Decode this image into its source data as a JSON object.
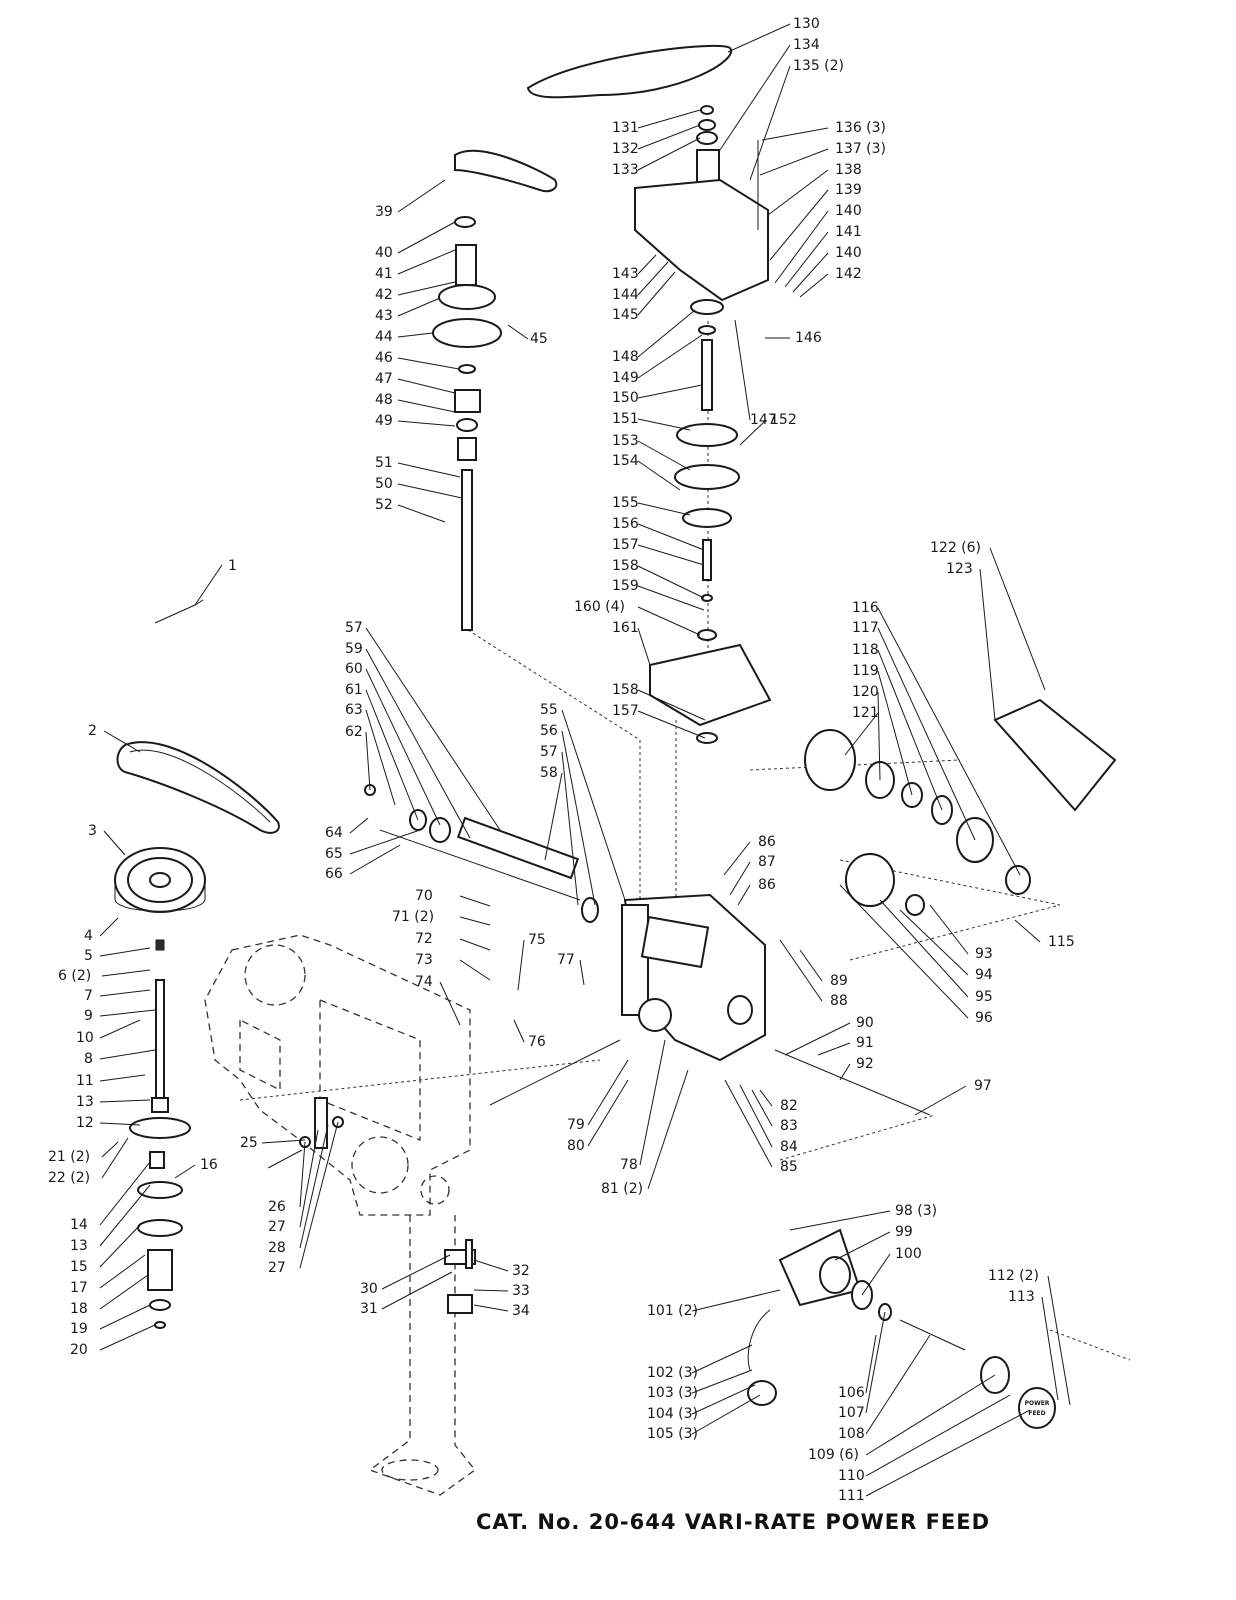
{
  "caption": "CAT. No. 20-644   VARI-RATE POWER FEED",
  "callouts": [
    {
      "id": "c1",
      "text": "1"
    },
    {
      "id": "c2",
      "text": "2"
    },
    {
      "id": "c3",
      "text": "3"
    },
    {
      "id": "c4",
      "text": "4"
    },
    {
      "id": "c5",
      "text": "5"
    },
    {
      "id": "c6",
      "text": "6 (2)"
    },
    {
      "id": "c7",
      "text": "7"
    },
    {
      "id": "c9",
      "text": "9"
    },
    {
      "id": "c10",
      "text": "10"
    },
    {
      "id": "c8",
      "text": "8"
    },
    {
      "id": "c11",
      "text": "11"
    },
    {
      "id": "c13a",
      "text": "13"
    },
    {
      "id": "c12",
      "text": "12"
    },
    {
      "id": "c21",
      "text": "21 (2)"
    },
    {
      "id": "c22",
      "text": "22 (2)"
    },
    {
      "id": "c14",
      "text": "14"
    },
    {
      "id": "c13b",
      "text": "13"
    },
    {
      "id": "c16",
      "text": "16"
    },
    {
      "id": "c15",
      "text": "15"
    },
    {
      "id": "c17",
      "text": "17"
    },
    {
      "id": "c18",
      "text": "18"
    },
    {
      "id": "c19",
      "text": "19"
    },
    {
      "id": "c20",
      "text": "20"
    },
    {
      "id": "c25",
      "text": "25"
    },
    {
      "id": "c26",
      "text": "26"
    },
    {
      "id": "c27a",
      "text": "27"
    },
    {
      "id": "c28",
      "text": "28"
    },
    {
      "id": "c27b",
      "text": "27"
    },
    {
      "id": "c30",
      "text": "30"
    },
    {
      "id": "c31",
      "text": "31"
    },
    {
      "id": "c32",
      "text": "32"
    },
    {
      "id": "c33",
      "text": "33"
    },
    {
      "id": "c34",
      "text": "34"
    },
    {
      "id": "c39",
      "text": "39"
    },
    {
      "id": "c40",
      "text": "40"
    },
    {
      "id": "c41",
      "text": "41"
    },
    {
      "id": "c42",
      "text": "42"
    },
    {
      "id": "c43",
      "text": "43"
    },
    {
      "id": "c44",
      "text": "44"
    },
    {
      "id": "c45",
      "text": "45"
    },
    {
      "id": "c46",
      "text": "46"
    },
    {
      "id": "c47",
      "text": "47"
    },
    {
      "id": "c48",
      "text": "48"
    },
    {
      "id": "c49",
      "text": "49"
    },
    {
      "id": "c51",
      "text": "51"
    },
    {
      "id": "c50",
      "text": "50"
    },
    {
      "id": "c52",
      "text": "52"
    },
    {
      "id": "c57a",
      "text": "57"
    },
    {
      "id": "c59",
      "text": "59"
    },
    {
      "id": "c60",
      "text": "60"
    },
    {
      "id": "c61",
      "text": "61"
    },
    {
      "id": "c63",
      "text": "63"
    },
    {
      "id": "c62",
      "text": "62"
    },
    {
      "id": "c64",
      "text": "64"
    },
    {
      "id": "c65",
      "text": "65"
    },
    {
      "id": "c66",
      "text": "66"
    },
    {
      "id": "c55",
      "text": "55"
    },
    {
      "id": "c56",
      "text": "56"
    },
    {
      "id": "c57b",
      "text": "57"
    },
    {
      "id": "c58",
      "text": "58"
    },
    {
      "id": "c70",
      "text": "70"
    },
    {
      "id": "c71",
      "text": "71 (2)"
    },
    {
      "id": "c72",
      "text": "72"
    },
    {
      "id": "c73",
      "text": "73"
    },
    {
      "id": "c74",
      "text": "74"
    },
    {
      "id": "c75",
      "text": "75"
    },
    {
      "id": "c76",
      "text": "76"
    },
    {
      "id": "c77",
      "text": "77"
    },
    {
      "id": "c79",
      "text": "79"
    },
    {
      "id": "c80",
      "text": "80"
    },
    {
      "id": "c78",
      "text": "78"
    },
    {
      "id": "c81",
      "text": "81 (2)"
    },
    {
      "id": "c82",
      "text": "82"
    },
    {
      "id": "c83",
      "text": "83"
    },
    {
      "id": "c84",
      "text": "84"
    },
    {
      "id": "c85",
      "text": "85"
    },
    {
      "id": "c86a",
      "text": "86"
    },
    {
      "id": "c87",
      "text": "87"
    },
    {
      "id": "c86b",
      "text": "86"
    },
    {
      "id": "c89",
      "text": "89"
    },
    {
      "id": "c88",
      "text": "88"
    },
    {
      "id": "c90",
      "text": "90"
    },
    {
      "id": "c91",
      "text": "91"
    },
    {
      "id": "c92",
      "text": "92"
    },
    {
      "id": "c97",
      "text": "97"
    },
    {
      "id": "c93",
      "text": "93"
    },
    {
      "id": "c94",
      "text": "94"
    },
    {
      "id": "c95",
      "text": "95"
    },
    {
      "id": "c96",
      "text": "96"
    },
    {
      "id": "c115",
      "text": "115"
    },
    {
      "id": "c116",
      "text": "116"
    },
    {
      "id": "c117",
      "text": "117"
    },
    {
      "id": "c118",
      "text": "118"
    },
    {
      "id": "c119",
      "text": "119"
    },
    {
      "id": "c120",
      "text": "120"
    },
    {
      "id": "c121",
      "text": "121"
    },
    {
      "id": "c122",
      "text": "122 (6)"
    },
    {
      "id": "c123",
      "text": "123"
    },
    {
      "id": "c98",
      "text": "98 (3)"
    },
    {
      "id": "c99",
      "text": "99"
    },
    {
      "id": "c100",
      "text": "100"
    },
    {
      "id": "c101",
      "text": "101 (2)"
    },
    {
      "id": "c102",
      "text": "102 (3)"
    },
    {
      "id": "c103",
      "text": "103 (3)"
    },
    {
      "id": "c104",
      "text": "104 (3)"
    },
    {
      "id": "c105",
      "text": "105 (3)"
    },
    {
      "id": "c106",
      "text": "106"
    },
    {
      "id": "c107",
      "text": "107"
    },
    {
      "id": "c108",
      "text": "108"
    },
    {
      "id": "c109",
      "text": "109 (6)"
    },
    {
      "id": "c110",
      "text": "110"
    },
    {
      "id": "c111",
      "text": "111"
    },
    {
      "id": "c112",
      "text": "112 (2)"
    },
    {
      "id": "c113",
      "text": "113"
    },
    {
      "id": "c130",
      "text": "130"
    },
    {
      "id": "c134",
      "text": "134"
    },
    {
      "id": "c135",
      "text": "135 (2)"
    },
    {
      "id": "c131",
      "text": "131"
    },
    {
      "id": "c132",
      "text": "132"
    },
    {
      "id": "c133",
      "text": "133"
    },
    {
      "id": "c136",
      "text": "136 (3)"
    },
    {
      "id": "c137",
      "text": "137 (3)"
    },
    {
      "id": "c138",
      "text": "138"
    },
    {
      "id": "c139",
      "text": "139"
    },
    {
      "id": "c140a",
      "text": "140"
    },
    {
      "id": "c141",
      "text": "141"
    },
    {
      "id": "c140b",
      "text": "140"
    },
    {
      "id": "c142",
      "text": "142"
    },
    {
      "id": "c143",
      "text": "143"
    },
    {
      "id": "c144",
      "text": "144"
    },
    {
      "id": "c145",
      "text": "145"
    },
    {
      "id": "c146",
      "text": "146"
    },
    {
      "id": "c147",
      "text": "147"
    },
    {
      "id": "c148",
      "text": "148"
    },
    {
      "id": "c149",
      "text": "149"
    },
    {
      "id": "c150",
      "text": "150"
    },
    {
      "id": "c151",
      "text": "151"
    },
    {
      "id": "c152",
      "text": "152"
    },
    {
      "id": "c153",
      "text": "153"
    },
    {
      "id": "c154",
      "text": "154"
    },
    {
      "id": "c155",
      "text": "155"
    },
    {
      "id": "c156",
      "text": "156"
    },
    {
      "id": "c157a",
      "text": "157"
    },
    {
      "id": "c158a",
      "text": "158"
    },
    {
      "id": "c159",
      "text": "159"
    },
    {
      "id": "c160",
      "text": "160 (4)"
    },
    {
      "id": "c161",
      "text": "161"
    },
    {
      "id": "c158b",
      "text": "158"
    },
    {
      "id": "c157b",
      "text": "157"
    }
  ],
  "dial_text": [
    "POWER",
    "FEED"
  ]
}
